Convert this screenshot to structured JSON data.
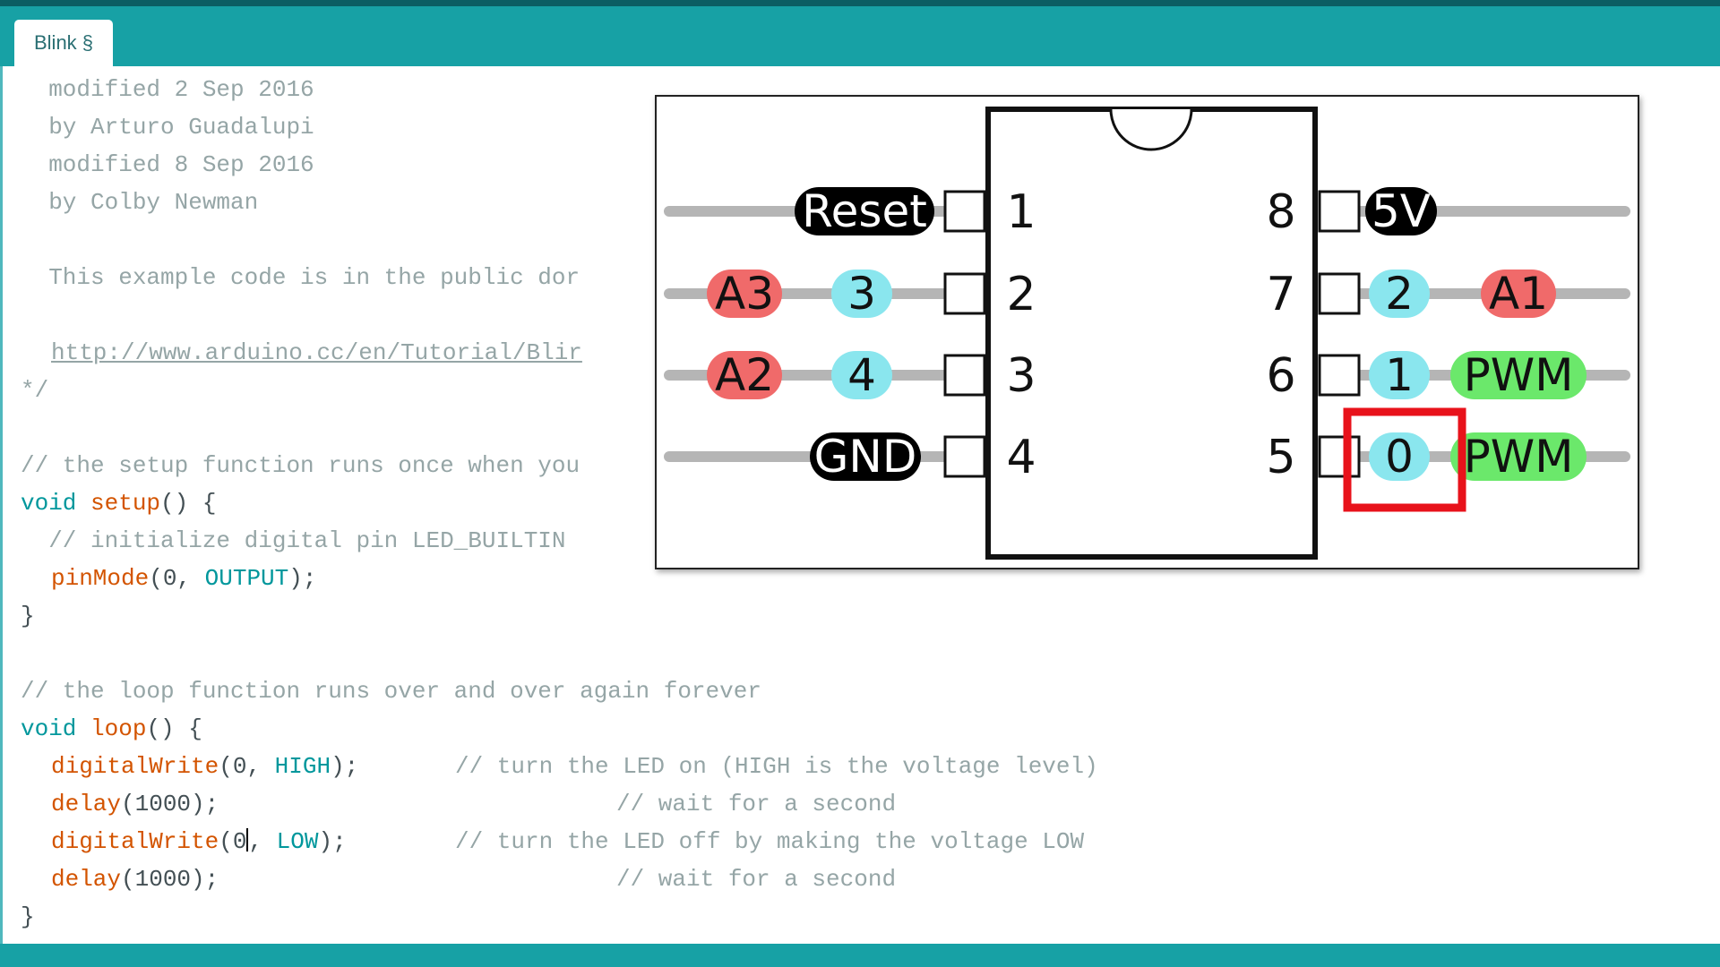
{
  "tab": {
    "label": "Blink §"
  },
  "code": {
    "l1": "  modified 2 Sep 2016",
    "l2": "  by Arturo Guadalupi",
    "l3": "  modified 8 Sep 2016",
    "l4": "  by Colby Newman",
    "l5": "  This example code is in the public dor",
    "l6": "http://www.arduino.cc/en/Tutorial/Blir",
    "l7": "*/",
    "l8": "// the setup function runs once when you",
    "l9_kw": "void",
    "l9_fn": " setup",
    "l9_rest": "() {",
    "l10": "  // initialize digital pin LED_BUILTIN",
    "l11_fn": "pinMode",
    "l11_a": "(0, ",
    "l11_kw": "OUTPUT",
    "l11_b": ");",
    "l12": "}",
    "l13": "// the loop function runs over and over again forever",
    "l14_kw": "void",
    "l14_fn": " loop",
    "l14_rest": "() {",
    "l15_fn": "digitalWrite",
    "l15_a": "(0, ",
    "l15_kw": "HIGH",
    "l15_b": ");",
    "l15_cm": "// turn the LED on (HIGH is the voltage level)",
    "l16_fn": "delay",
    "l16_a": "(1000);",
    "l16_cm": "// wait for a second",
    "l17_fn": "digitalWrite",
    "l17_a": "(0",
    "l17_b": ", ",
    "l17_kw": "LOW",
    "l17_c": ");",
    "l17_cm": "// turn the LED off by making the voltage LOW",
    "l18_fn": "delay",
    "l18_a": "(1000);",
    "l18_cm": "// wait for a second",
    "l19": "}"
  },
  "diagram": {
    "left_pins": [
      {
        "num": "1",
        "labels": [
          "Reset"
        ]
      },
      {
        "num": "2",
        "labels": [
          "A3",
          "3"
        ]
      },
      {
        "num": "3",
        "labels": [
          "A2",
          "4"
        ]
      },
      {
        "num": "4",
        "labels": [
          "GND"
        ]
      }
    ],
    "right_pins": [
      {
        "num": "8",
        "labels": [
          "5V"
        ]
      },
      {
        "num": "7",
        "labels": [
          "2",
          "A1"
        ]
      },
      {
        "num": "6",
        "labels": [
          "1",
          "PWM"
        ]
      },
      {
        "num": "5",
        "labels": [
          "0",
          "PWM"
        ]
      }
    ],
    "highlighted_pin_label": "0",
    "colors": {
      "black_label": "#000000",
      "analog_label": "#f06a6a",
      "digital_label": "#8ae6ee",
      "pwm_label": "#6be86b",
      "highlight_box": "#e8121b",
      "pin_line": "#b5b5b5"
    }
  },
  "colors": {
    "toolbar": "#17a1a5",
    "comment": "#95a5a6",
    "keyword": "#00979c",
    "function": "#d35400"
  }
}
